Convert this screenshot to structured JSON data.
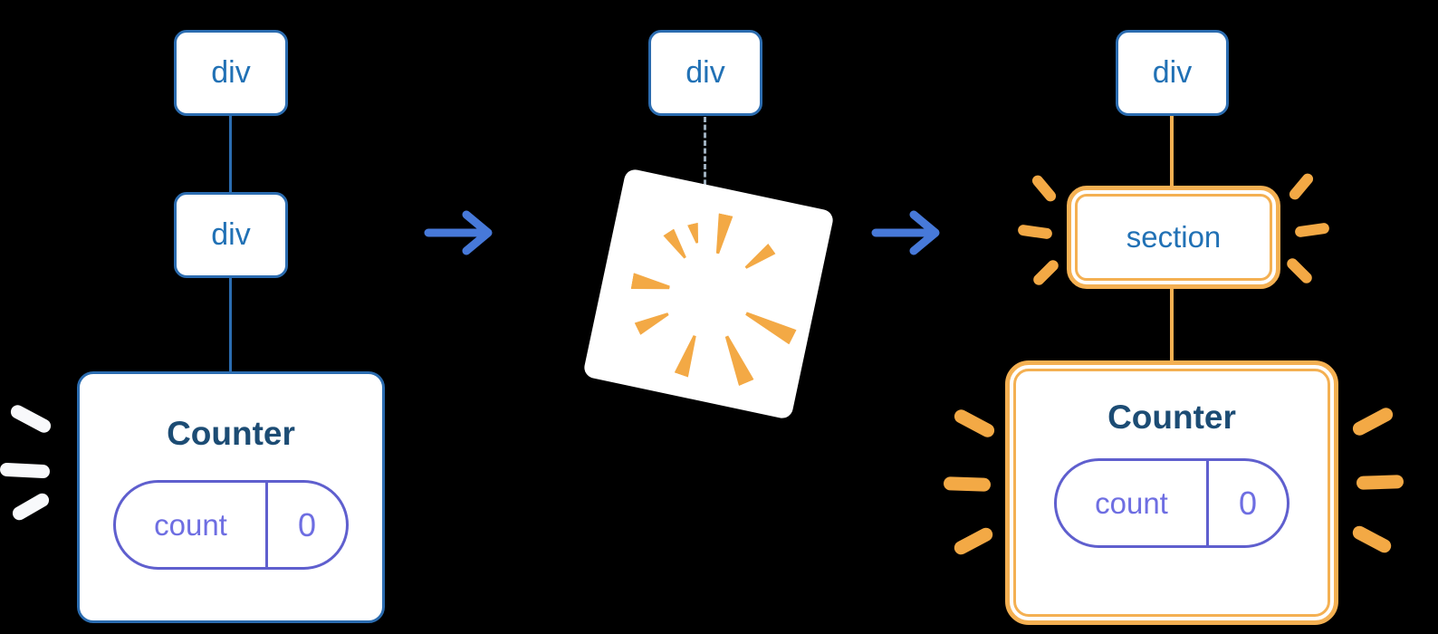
{
  "palette": {
    "background": "#000000",
    "blue": "#2b6cb0",
    "blue_text": "#2171b5",
    "navy_text": "#1c4c74",
    "indigo": "#5f5fce",
    "indigo_text": "#6e6ee2",
    "orange": "#f3a945",
    "orange_border": "#f4b052",
    "arrow_blue": "#4779d9",
    "dash_gray": "#9fb0bf",
    "spark_white": "#f8f9fb",
    "node_bg": "#ffffff"
  },
  "icons": {
    "arrow": "right-arrow-icon",
    "poof": "poof-burst-icon",
    "spark": "emphasis-spark-icon"
  },
  "left": {
    "nodes": [
      "div",
      "div"
    ],
    "counter": {
      "title": "Counter",
      "state_key": "count",
      "state_value": "0"
    }
  },
  "middle": {
    "node": "div"
  },
  "right": {
    "node": "div",
    "section": "section",
    "counter": {
      "title": "Counter",
      "state_key": "count",
      "state_value": "0"
    }
  }
}
